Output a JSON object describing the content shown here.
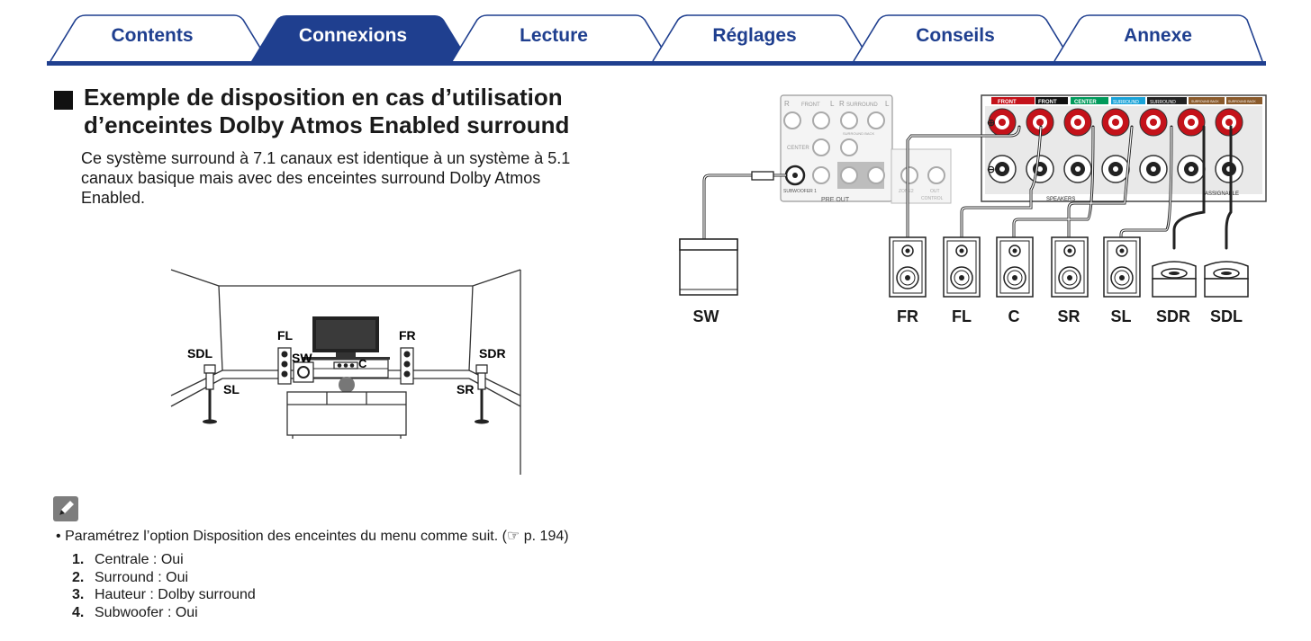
{
  "tabs": [
    {
      "label": "Contents",
      "active": false
    },
    {
      "label": "Connexions",
      "active": true
    },
    {
      "label": "Lecture",
      "active": false
    },
    {
      "label": "Réglages",
      "active": false
    },
    {
      "label": "Conseils",
      "active": false
    },
    {
      "label": "Annexe",
      "active": false
    }
  ],
  "section": {
    "title_line1": "Exemple de disposition en cas d’utilisation",
    "title_line2": "d’enceintes Dolby Atmos Enabled surround",
    "intro_line1": "Ce système surround à 7.1 canaux est identique à un système à 5.1",
    "intro_line2": "canaux basique mais avec des enceintes surround Dolby Atmos",
    "intro_line3": "Enabled."
  },
  "room_labels": {
    "fl": "FL",
    "fr": "FR",
    "sw": "SW",
    "c": "C",
    "sdl": "SDL",
    "sdr": "SDR",
    "sl": "SL",
    "sr": "SR"
  },
  "receiver": {
    "preout": {
      "front": "FRONT",
      "l": "L",
      "r": "R",
      "surround": "SURROUND",
      "surround_back": "SURROUND BACK",
      "center": "CENTER",
      "subwoofer": "SUBWOOFER 1",
      "label": "PRE OUT",
      "zone2": "ZONE2",
      "out": "OUT",
      "control": "CONTROL"
    },
    "terminals": {
      "front_a": "FRONT",
      "front_b": "FRONT",
      "center": "CENTER",
      "surround": "SURROUND",
      "surround2": "SURROUND",
      "assign1": "SURROUND BACK",
      "assign2": "SURROUND BACK",
      "speakers": "SPEAKERS",
      "assignable": "ASSIGNABLE"
    }
  },
  "wiring_labels": [
    "SW",
    "FR",
    "FL",
    "C",
    "SR",
    "SL",
    "SDR",
    "SDL"
  ],
  "note": {
    "bullet_prefix": "Paramétrez l’option Disposition des enceintes du menu comme suit.",
    "bullet_ref_open": "(",
    "bullet_ref_page": "p. 194)",
    "items": [
      {
        "num": "1.",
        "text": "Centrale : Oui"
      },
      {
        "num": "2.",
        "text": "Surround : Oui"
      },
      {
        "num": "3.",
        "text": "Hauteur : Dolby surround"
      },
      {
        "num": "4.",
        "text": "Subwoofer : Oui"
      }
    ]
  },
  "colors": {
    "tab_blue": "#1f3f8f",
    "tab_border": "#1f3f8f",
    "front_red": "#c4121a",
    "center_green": "#009a5b",
    "surround_cyan": "#1aa3d8",
    "back_brown": "#8a5a2b"
  }
}
